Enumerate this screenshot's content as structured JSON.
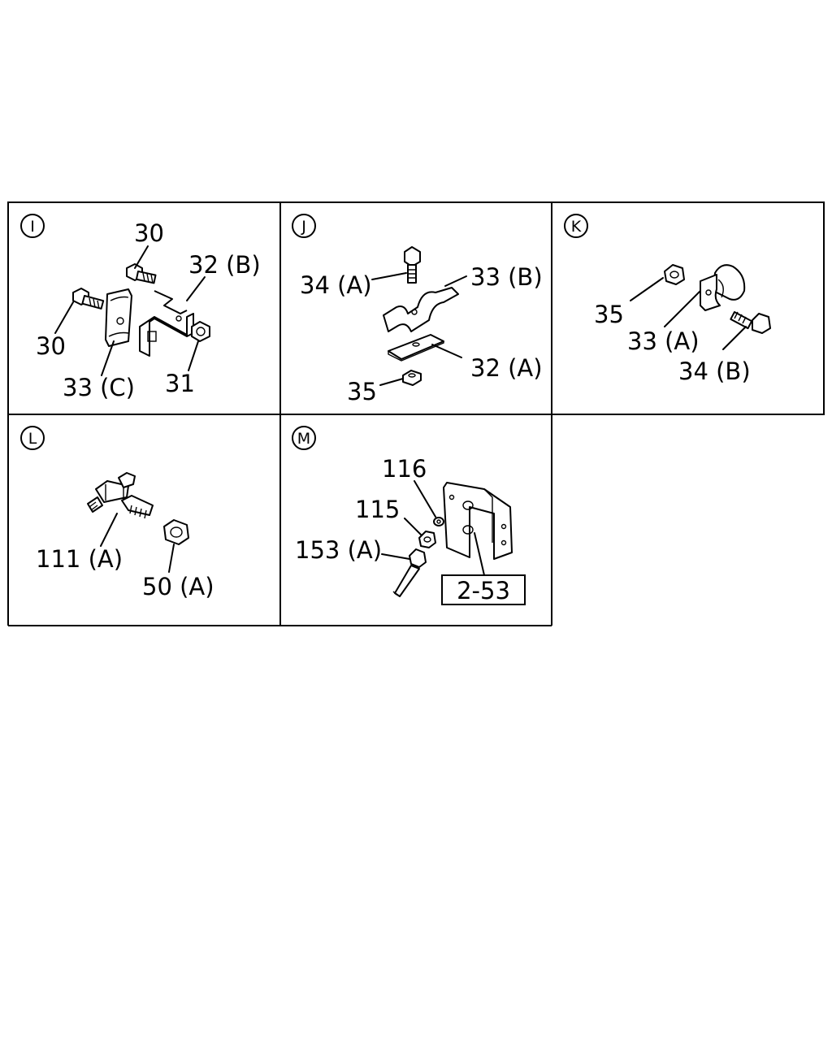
{
  "panels": {
    "I": {
      "marker": "I",
      "labels": {
        "bolt_top": "30",
        "bracket": "32 (B)",
        "bolt_left": "30",
        "clip": "33 (C)",
        "nut": "31"
      }
    },
    "J": {
      "marker": "J",
      "labels": {
        "bolt": "34 (A)",
        "clip": "33 (B)",
        "plate": "32 (A)",
        "nut": "35"
      }
    },
    "K": {
      "marker": "K",
      "labels": {
        "nut": "35",
        "clip": "33 (A)",
        "bolt": "34 (B)"
      }
    },
    "L": {
      "marker": "L",
      "labels": {
        "connector": "111 (A)",
        "nut": "50 (A)"
      }
    },
    "M": {
      "marker": "M",
      "labels": {
        "washer": "116",
        "nut": "115",
        "bolt": "153 (A)",
        "ref": "2-53"
      }
    }
  }
}
